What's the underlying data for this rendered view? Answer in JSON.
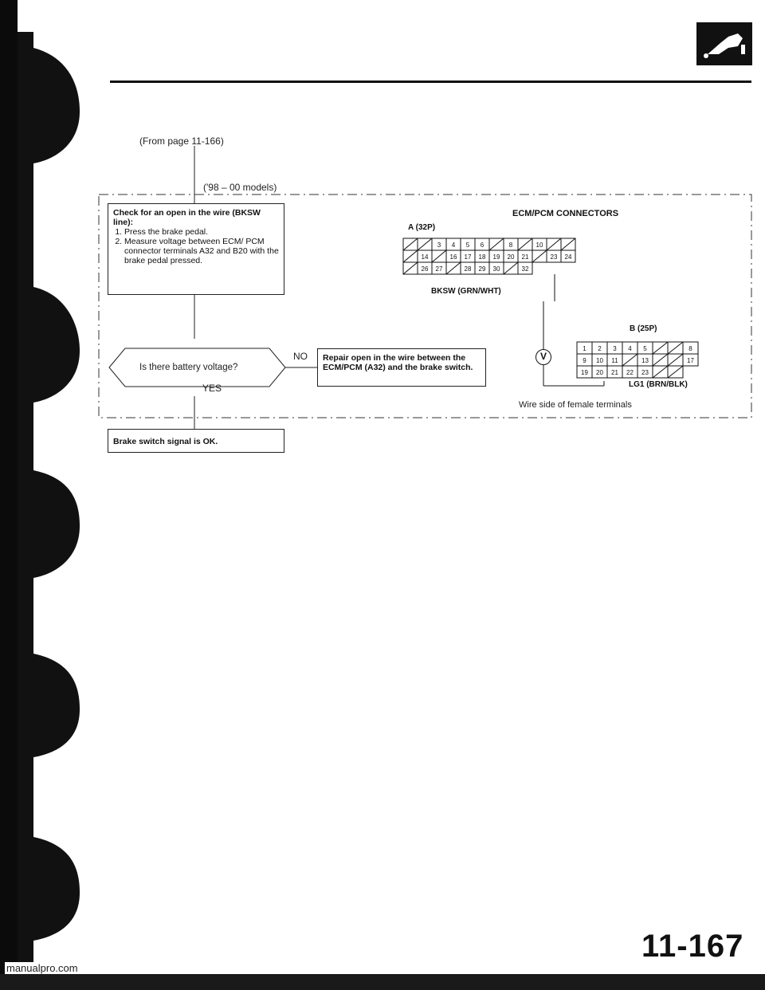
{
  "from_page": "(From page 11-166)",
  "models": "('98 – 00 models)",
  "check_box": {
    "title": "Check for an open in the wire (BKSW line):",
    "steps": [
      "Press the brake pedal.",
      "Measure voltage between ECM/ PCM connector terminals A32 and B20 with the brake pedal pressed."
    ]
  },
  "decision": "Is there battery voltage?",
  "no_label": "NO",
  "yes_label": "YES",
  "repair_box": "Repair open in the wire between the ECM/PCM (A32) and the brake switch.",
  "ok_box": "Brake switch signal is OK.",
  "diagram": {
    "title": "ECM/PCM CONNECTORS",
    "conn_a": "A (32P)",
    "conn_b": "B (25P)",
    "wire_a": "BKSW (GRN/WHT)",
    "wire_b": "LG1 (BRN/BLK)",
    "meter": "V",
    "caption": "Wire side of female terminals",
    "a_row1": [
      "",
      "",
      "3",
      "4",
      "5",
      "6",
      "",
      "8",
      "",
      "10",
      "",
      ""
    ],
    "a_row2": [
      "",
      "14",
      "",
      "16",
      "17",
      "18",
      "19",
      "20",
      "21",
      "",
      "23",
      "24"
    ],
    "a_row3": [
      "",
      "26",
      "27",
      "",
      "28",
      "29",
      "30",
      "",
      "32"
    ],
    "b_row1": [
      "1",
      "2",
      "3",
      "4",
      "5",
      "",
      "",
      "8"
    ],
    "b_row2": [
      "9",
      "10",
      "11",
      "",
      "13",
      "",
      "",
      "17"
    ],
    "b_row3": [
      "19",
      "20",
      "21",
      "22",
      "23",
      "",
      ""
    ]
  },
  "page_number": "11-167",
  "footer": "manualpro.com"
}
